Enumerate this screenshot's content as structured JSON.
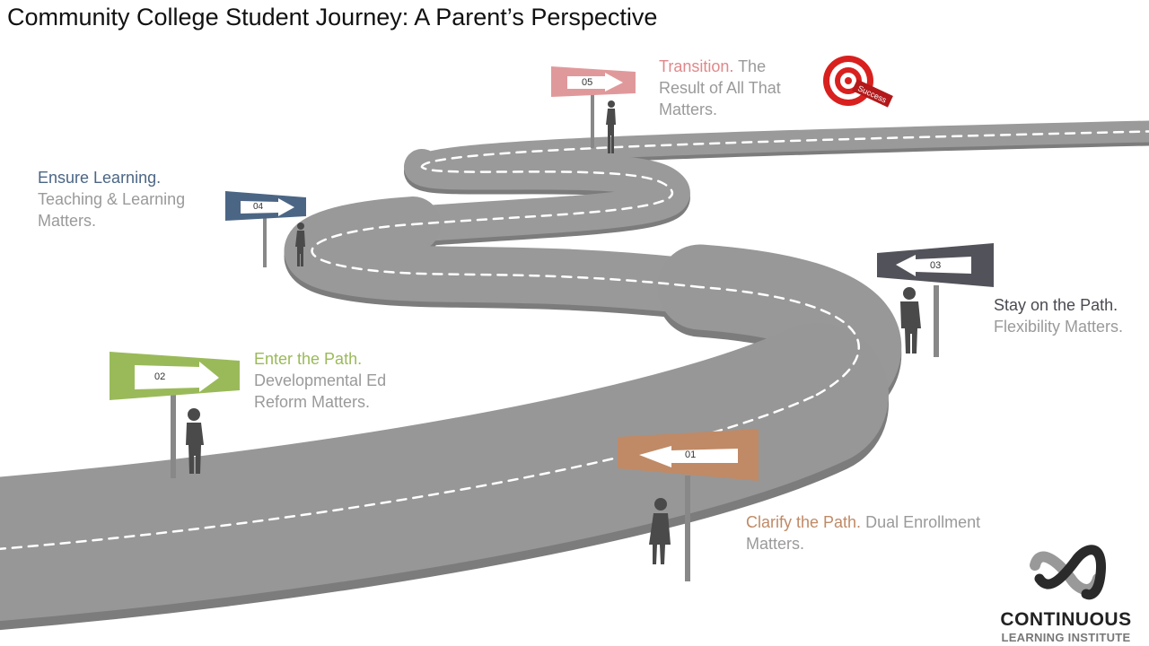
{
  "title": "Community College Student Journey: A Parent’s Perspective",
  "steps": [
    {
      "num": "01",
      "heading": "Clarify the Path.",
      "body": "Dual Enrollment Matters.",
      "color": "#c08a66"
    },
    {
      "num": "02",
      "heading": "Enter the Path.",
      "body": "Developmental Ed Reform Matters.",
      "color": "#9aba5a"
    },
    {
      "num": "03",
      "heading": "Stay on the Path.",
      "body": "Flexibility Matters.",
      "color": "#4a4a52"
    },
    {
      "num": "04",
      "heading": "Ensure Learning.",
      "body": "Teaching & Learning Matters.",
      "color": "#4b6685"
    },
    {
      "num": "05",
      "heading": "Transition.",
      "body": "The Result of All That Matters.",
      "color": "#e0888a"
    }
  ],
  "target": {
    "label": "Success"
  },
  "logo": {
    "line1": "CONTINUOUS",
    "line2": "LEARNING INSTITUTE"
  }
}
